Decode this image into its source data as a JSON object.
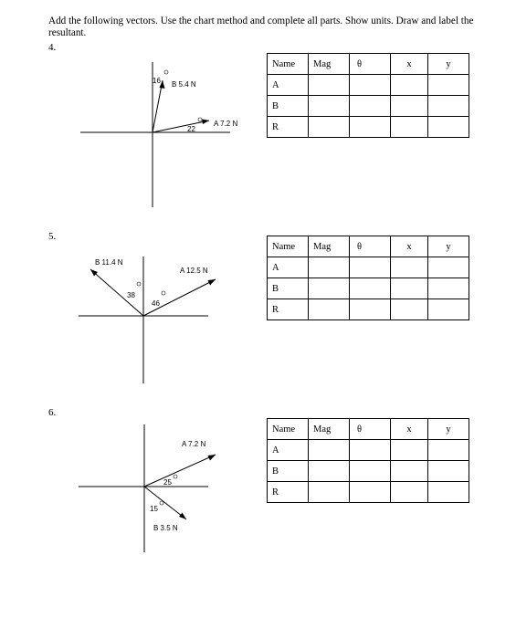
{
  "instructions": "Add the following vectors. Use the chart method and complete all parts. Show units. Draw and label the resultant.",
  "table_headers": [
    "Name",
    "Mag",
    "θ",
    "x",
    "y"
  ],
  "table_rows": [
    "A",
    "B",
    "R"
  ],
  "degree_symbol": "o",
  "problems": [
    {
      "number": "4.",
      "vectors": [
        {
          "name": "A",
          "magnitude": "A  7.2 N",
          "angle": "22"
        },
        {
          "name": "B",
          "magnitude": "B  5.4 N",
          "angle": "16"
        }
      ]
    },
    {
      "number": "5.",
      "vectors": [
        {
          "name": "A",
          "magnitude": "A  12.5 N",
          "angle": "46"
        },
        {
          "name": "B",
          "magnitude": "B  11.4 N",
          "angle": "38"
        }
      ]
    },
    {
      "number": "6.",
      "vectors": [
        {
          "name": "A",
          "magnitude": "A  7.2 N",
          "angle": "25"
        },
        {
          "name": "B",
          "magnitude": "B  3.5 N",
          "angle": "15"
        }
      ]
    }
  ]
}
